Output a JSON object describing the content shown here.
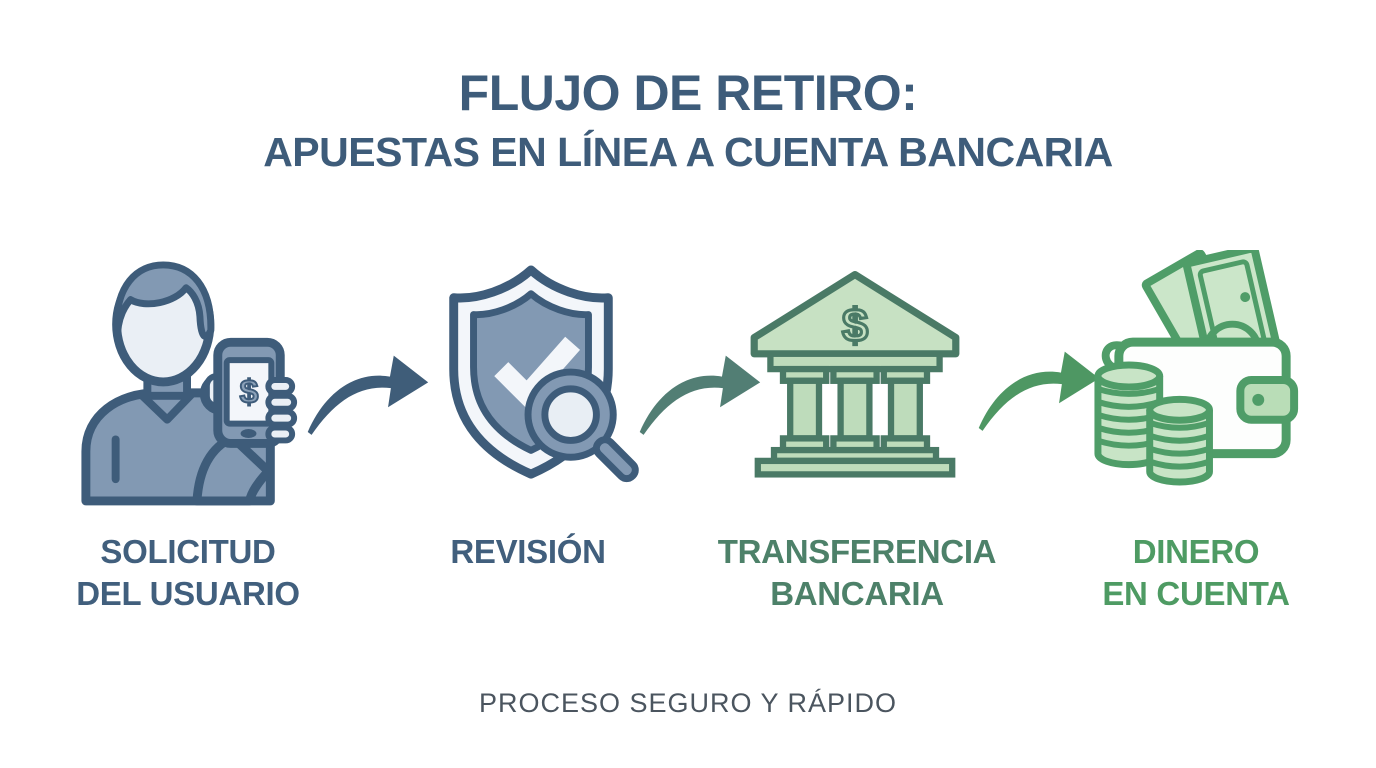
{
  "header": {
    "title": "FLUJO DE RETIRO:",
    "subtitle": "APUESTAS EN LÍNEA A CUENTA BANCARIA",
    "title_color": "#3e5c7a"
  },
  "steps": [
    {
      "id": "solicitud-del-usuario",
      "label_line1": "SOLICITUD",
      "label_line2": "DEL USUARIO",
      "label_color": "#415f7d",
      "icon": "user-holding-phone-icon",
      "screen_symbol": "$"
    },
    {
      "id": "revision",
      "label_line1": "REVISIÓN",
      "label_line2": "",
      "label_color": "#415f7d",
      "icon": "shield-check-magnifier-icon"
    },
    {
      "id": "transferencia-bancaria",
      "label_line1": "TRANSFERENCIA",
      "label_line2": "BANCARIA",
      "label_color": "#4d8169",
      "icon": "bank-building-icon",
      "pediment_symbol": "$"
    },
    {
      "id": "dinero-en-cuenta",
      "label_line1": "DINERO",
      "label_line2": "EN CUENTA",
      "label_color": "#4e9b63",
      "icon": "wallet-cash-coins-icon"
    }
  ],
  "arrows": [
    {
      "name": "arrow-step1-to-step2",
      "color": "#3f5d79"
    },
    {
      "name": "arrow-step2-to-step3",
      "color": "#527e74"
    },
    {
      "name": "arrow-step3-to-step4",
      "color": "#4e9763"
    }
  ],
  "footer": {
    "caption": "PROCESO SEGURO Y RÁPIDO",
    "color": "#4b555f"
  },
  "palette": {
    "background": "#ffffff",
    "blue_outline": "#3e5c7a",
    "blue_fill": "#8299b3",
    "blue_light": "#eaeff5",
    "green_outline": "#4a7a66",
    "green_fill": "#bedcbb",
    "bright_green_outline": "#4f9d68",
    "bright_green_fill": "#cbe6c9"
  }
}
